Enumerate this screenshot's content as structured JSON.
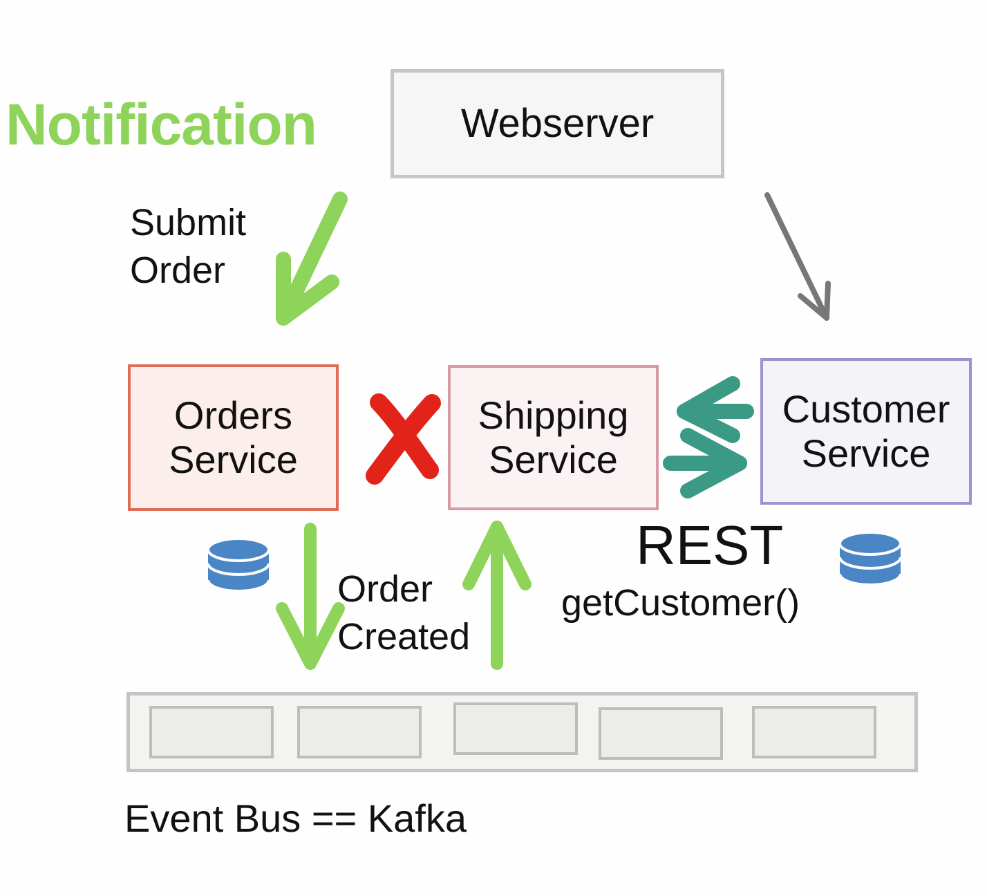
{
  "title": "Notification",
  "colors": {
    "notification_green": "#8fd45a",
    "arrow_green": "#8fd45a",
    "rest_teal": "#3a9a86",
    "webserver_arrow_gray": "#777777",
    "cancel_red": "#e2231a",
    "database_blue": "#4a86c5",
    "orders_border": "#e06c55",
    "shipping_border": "#d69aa2",
    "customer_border": "#a191d0"
  },
  "nodes": {
    "webserver": "Webserver",
    "orders_service": [
      "Orders",
      "Service"
    ],
    "shipping_service": [
      "Shipping",
      "Service"
    ],
    "customer_service": [
      "Customer",
      "Service"
    ]
  },
  "edges": {
    "submit_order": [
      "Submit",
      "Order"
    ],
    "order_created": [
      "Order",
      "Created"
    ],
    "rest": "REST",
    "rest_call": "getCustomer()"
  },
  "event_bus": {
    "label": "Event Bus == Kafka",
    "slot_count": 5
  },
  "icons": {
    "cancel": "red-x-icon",
    "database": "database-icon"
  }
}
